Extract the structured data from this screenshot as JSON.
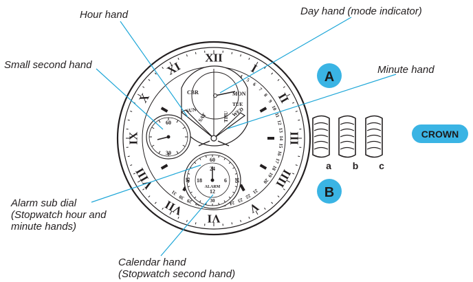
{
  "labels": {
    "hour_hand": "Hour hand",
    "day_hand": "Day hand (mode indicator)",
    "small_second_hand": "Small second hand",
    "minute_hand": "Minute hand",
    "alarm_sub_dial_1": "Alarm sub dial",
    "alarm_sub_dial_2": "(Stopwatch hour and",
    "alarm_sub_dial_3": "minute hands)",
    "calendar_hand_1": "Calendar hand",
    "calendar_hand_2": "(Stopwatch second hand)"
  },
  "buttons": {
    "a": "A",
    "b": "B",
    "crown": "CROWN"
  },
  "crown_positions": [
    "a",
    "b",
    "c"
  ],
  "dial": {
    "roman_numerals": [
      "XII",
      "I",
      "II",
      "III",
      "IIII",
      "V",
      "VI",
      "VII",
      "VIII",
      "IX",
      "X",
      "XI"
    ],
    "days": [
      "SUN",
      "SAT",
      "THU",
      "WED",
      "TUE",
      "MON"
    ],
    "mode": "CBR",
    "small_seconds": [
      "60",
      "30"
    ],
    "alarm_hours": [
      "24",
      "6",
      "18",
      "12"
    ],
    "alarm_minutes": [
      "60",
      "15",
      "45",
      "30"
    ],
    "alarm_word": "ALARM",
    "date_top": [
      "1",
      "2",
      "3",
      "4",
      "5",
      "6",
      "7",
      "8",
      "9",
      "10",
      "11",
      "12",
      "13",
      "14",
      "15",
      "16",
      "17",
      "18",
      "19",
      "20"
    ],
    "date_bottom": [
      "21",
      "22",
      "23",
      "24",
      "25",
      "26",
      "27",
      "28",
      "29",
      "30",
      "31"
    ],
    "date_extra": [
      "12",
      "13"
    ]
  },
  "colors": {
    "leader": "#1fa7d8",
    "button_fill": "#3ab4e4",
    "ink": "#231f20"
  }
}
